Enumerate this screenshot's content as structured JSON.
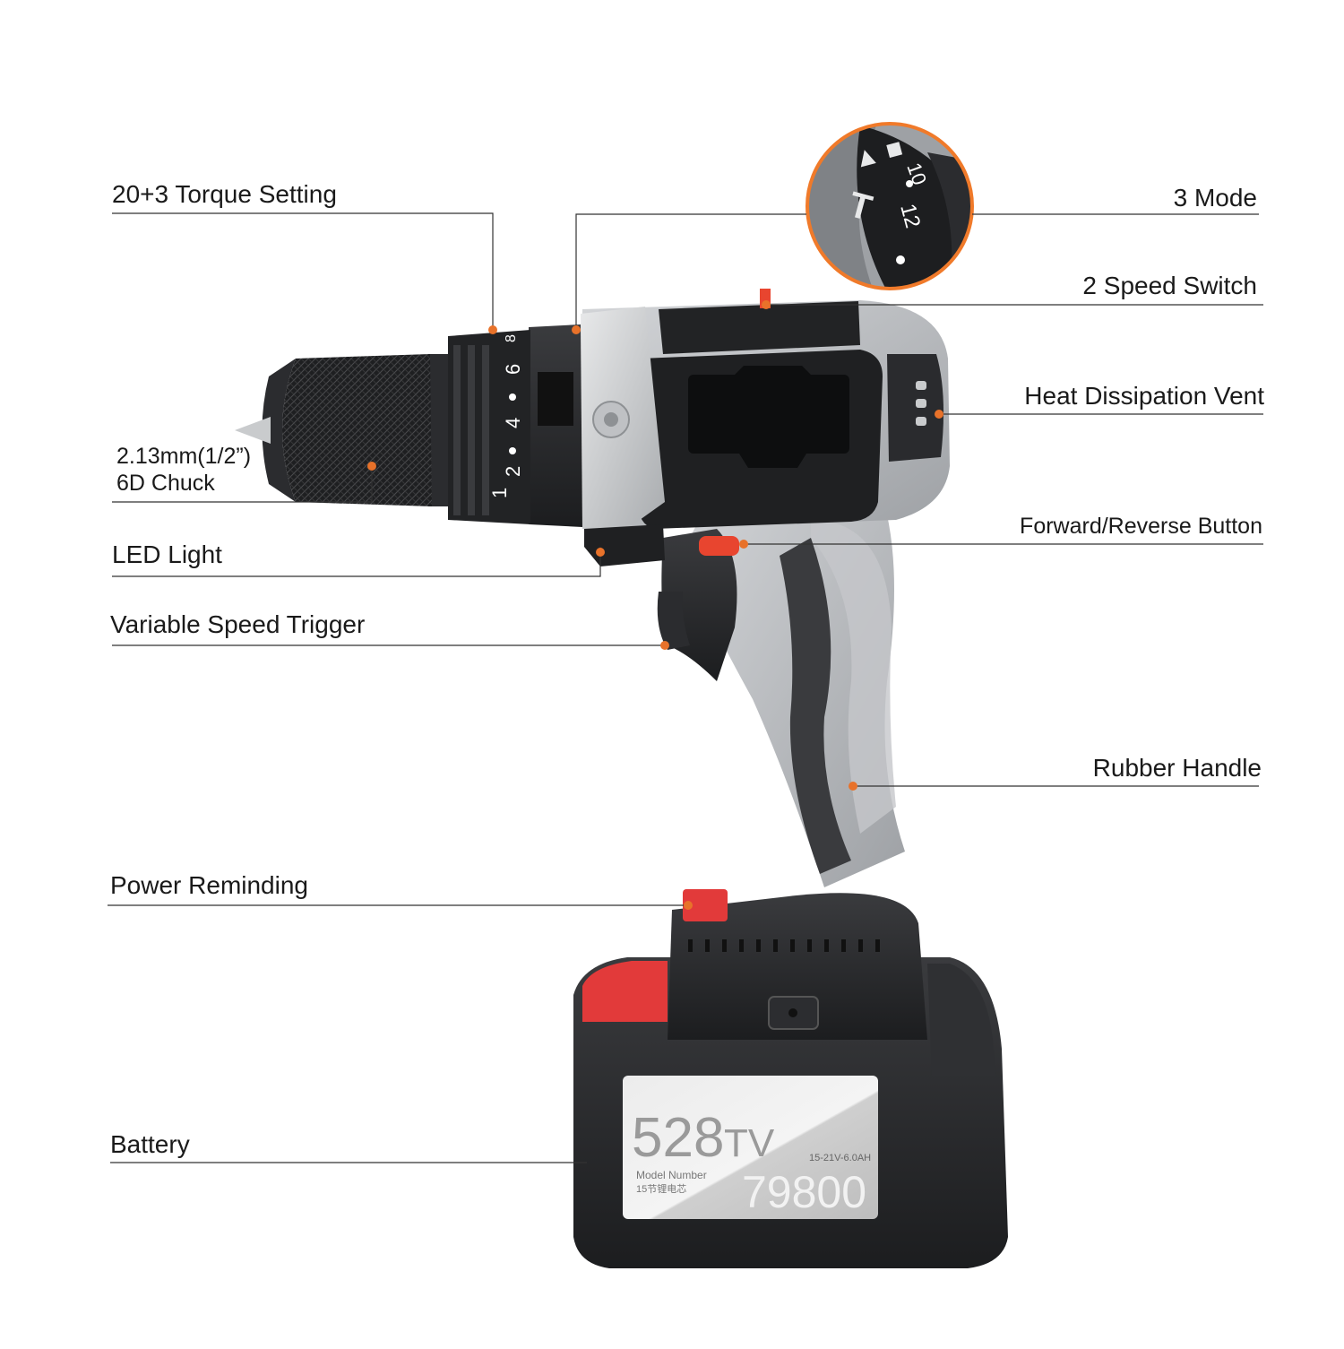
{
  "callouts": {
    "torque_setting": "20+3 Torque Setting",
    "mode": "3 Mode",
    "speed_switch": "2 Speed Switch",
    "heat_vent": "Heat Dissipation Vent",
    "chuck_line1": "2.13mm(1/2”)",
    "chuck_line2": "6D Chuck",
    "forward_reverse": "Forward/Reverse Button",
    "led_light": "LED Light",
    "trigger": "Variable Speed Trigger",
    "rubber_handle": "Rubber Handle",
    "power_reminding": "Power Reminding",
    "battery": "Battery"
  },
  "drill": {
    "torque_numbers": [
      "1",
      "2",
      "4",
      "6",
      "8"
    ],
    "zoom_numbers": [
      "10",
      "12"
    ]
  },
  "battery_label": {
    "voltage": "528",
    "voltage_suffix": "TV",
    "rating": "15-21V-6.0AH",
    "model_caption": "Model Number",
    "cells_caption": "15节锂电芯",
    "model_number": "79800"
  },
  "colors": {
    "accent_orange": "#f07a2a",
    "callout_dot": "#e8722a",
    "body_grey": "#b9bcbf",
    "body_dark": "#2a2b2d",
    "battery_red": "#e23a3a",
    "label_grey": "#d9d9d9"
  }
}
